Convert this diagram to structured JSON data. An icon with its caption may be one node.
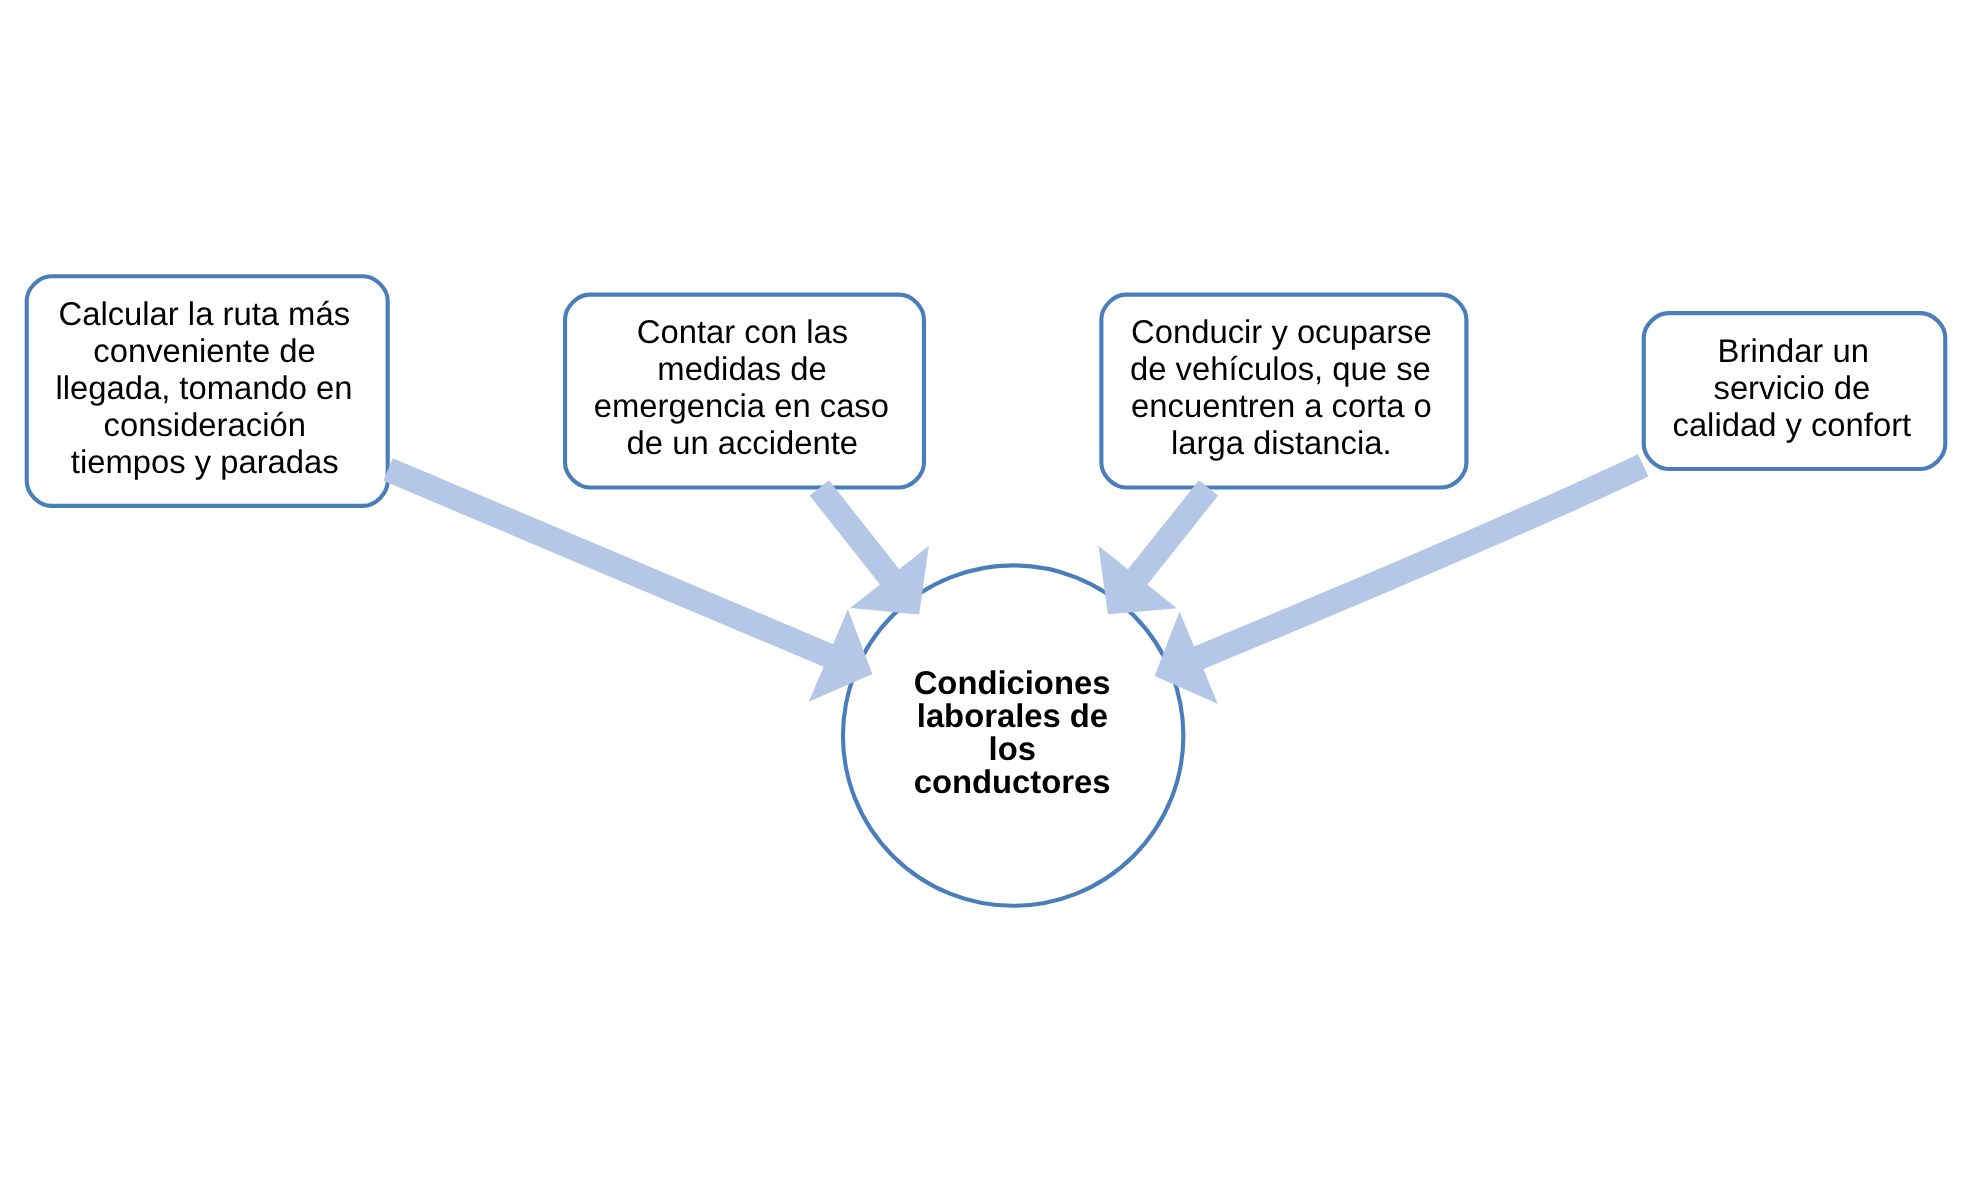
{
  "diagram": {
    "nodes": [
      {
        "text": [
          "Calcular la ruta más conveniente de llegada, tomando en consideración tiempos y paradas"
        ]
      },
      {
        "text": [
          "Contar con las medidas de emergencia en caso de un accidente"
        ]
      },
      {
        "text": [
          "Conducir y ocuparse de vehículos, que se encuentren a corta o larga distancia."
        ]
      },
      {
        "text": [
          "Brindar un servicio de calidad y confort"
        ]
      },
      {
        "text": [
          "Condiciones laborales de los conductores"
        ]
      }
    ],
    "edges": [
      {
        "from": 0,
        "to": 4,
        "arrow": "to"
      },
      {
        "from": 1,
        "to": 4,
        "arrow": "to"
      },
      {
        "from": 2,
        "to": 4,
        "arrow": "to"
      },
      {
        "from": 3,
        "to": 4,
        "arrow": "to"
      }
    ]
  }
}
